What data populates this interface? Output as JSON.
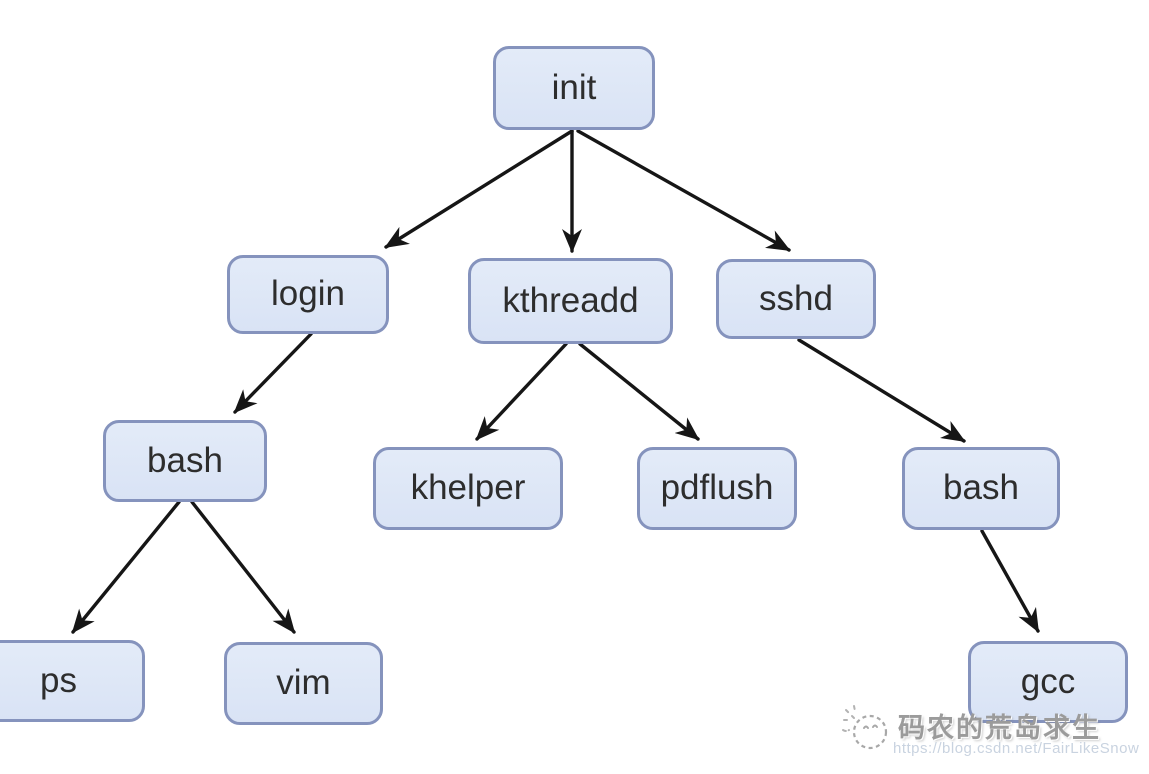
{
  "diagram": {
    "type": "process-tree",
    "nodes": {
      "init": {
        "label": "init"
      },
      "login": {
        "label": "login"
      },
      "kthreadd": {
        "label": "kthreadd"
      },
      "sshd": {
        "label": "sshd"
      },
      "bash_login": {
        "label": "bash"
      },
      "khelper": {
        "label": "khelper"
      },
      "pdflush": {
        "label": "pdflush"
      },
      "bash_sshd": {
        "label": "bash"
      },
      "ps": {
        "label": "ps"
      },
      "vim": {
        "label": "vim"
      },
      "gcc": {
        "label": "gcc"
      }
    },
    "edges": [
      {
        "from": "init",
        "to": "login"
      },
      {
        "from": "init",
        "to": "kthreadd"
      },
      {
        "from": "init",
        "to": "sshd"
      },
      {
        "from": "login",
        "to": "bash_login"
      },
      {
        "from": "kthreadd",
        "to": "khelper"
      },
      {
        "from": "kthreadd",
        "to": "pdflush"
      },
      {
        "from": "sshd",
        "to": "bash_sshd"
      },
      {
        "from": "bash_login",
        "to": "ps"
      },
      {
        "from": "bash_login",
        "to": "vim"
      },
      {
        "from": "bash_sshd",
        "to": "gcc"
      }
    ],
    "colors": {
      "node_fill": "#dce5f6",
      "node_border": "#8593bd",
      "arrow": "#161616"
    }
  },
  "watermark": {
    "brand": "码农的荒岛求生",
    "url": "https://blog.csdn.net/FairLikeSnow"
  }
}
